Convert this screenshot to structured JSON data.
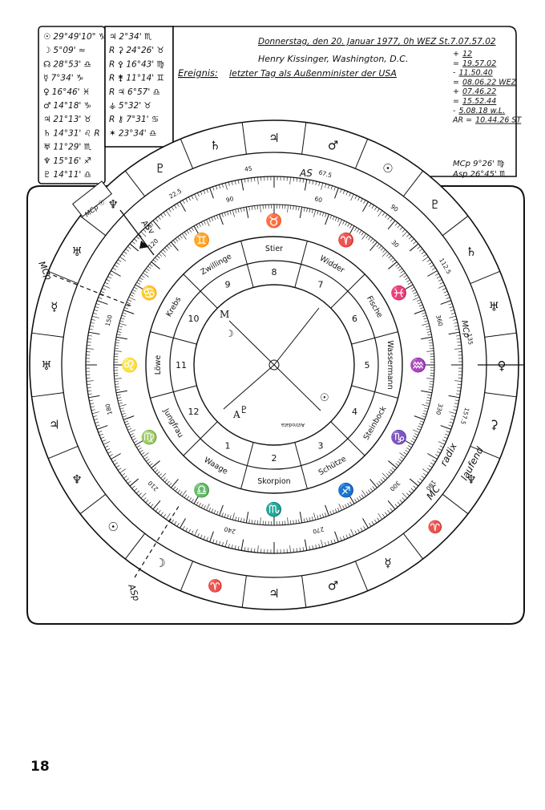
{
  "planet_list": [
    {
      "glyph": "☉",
      "pos": "29°49'10\" ♑"
    },
    {
      "glyph": "☽",
      "pos": "5°09' ≈"
    },
    {
      "glyph": "☊",
      "pos": "28°53' ♎"
    },
    {
      "glyph": "☿",
      "pos": "7°34' ♑"
    },
    {
      "glyph": "♀",
      "pos": "16°46' ♓"
    },
    {
      "glyph": "♂",
      "pos": "14°18' ♑"
    },
    {
      "glyph": "♃",
      "pos": "21°13' ♉"
    },
    {
      "glyph": "♄",
      "pos": "14°31' ♌ R"
    },
    {
      "glyph": "♅",
      "pos": "11°29' ♏"
    },
    {
      "glyph": "♆",
      "pos": "15°16' ♐"
    },
    {
      "glyph": "♇",
      "pos": "14°11' ♎"
    }
  ],
  "hypo_list": [
    {
      "glyph": "♃",
      "pos": "2°34' ♏"
    },
    {
      "glyph": "R ⚳",
      "pos": "24°26' ♉"
    },
    {
      "glyph": "R ⚴",
      "pos": "16°43' ♍"
    },
    {
      "glyph": "R ⚵",
      "pos": "11°14' ♊"
    },
    {
      "glyph": "R ♃",
      "pos": "6°57' ♎"
    },
    {
      "glyph": "⚶",
      "pos": "5°32' ♉"
    },
    {
      "glyph": "R ⚷",
      "pos": "7°31' ♋"
    },
    {
      "glyph": "✶",
      "pos": "23°34' ♎"
    }
  ],
  "header": {
    "date_line": "Donnerstag, den 20. Januar 1977, 0h WEZ  St.7.07.57.02",
    "name_line": "Henry Kissinger, Washington, D.C.",
    "event_label": "Ereignis:",
    "event_text": "letzter Tag als Außenminister der USA"
  },
  "calc": [
    {
      "op": "+",
      "val": "12"
    },
    {
      "op": "=",
      "val": "19.57.02"
    },
    {
      "op": "-",
      "val": "11.50.40"
    },
    {
      "op": "=",
      "val": "08.06.22 WEZ"
    },
    {
      "op": "+",
      "val": "07.46.22"
    },
    {
      "op": "=",
      "val": "15.52.44"
    },
    {
      "op": "-",
      "val": "5.08.18 w.L."
    },
    {
      "op": "AR =",
      "val": "10.44.26 ST"
    }
  ],
  "mc_notes": [
    "MCp 9°26' ♍",
    "Asp 26°45' ♏"
  ],
  "zodiac_signs": [
    {
      "name": "Widder",
      "glyph": "♈",
      "num": "7"
    },
    {
      "name": "Stier",
      "glyph": "♉",
      "num": "8"
    },
    {
      "name": "Zwillinge",
      "glyph": "♊",
      "num": "9"
    },
    {
      "name": "Krebs",
      "glyph": "♋",
      "num": "10"
    },
    {
      "name": "Löwe",
      "glyph": "♌",
      "num": "11"
    },
    {
      "name": "Jungfrau",
      "glyph": "♍",
      "num": "12"
    },
    {
      "name": "Waage",
      "glyph": "♎",
      "num": "1"
    },
    {
      "name": "Skorpion",
      "glyph": "♏",
      "num": "2"
    },
    {
      "name": "Schütze",
      "glyph": "♐",
      "num": "3"
    },
    {
      "name": "Steinbock",
      "glyph": "♑",
      "num": "4"
    },
    {
      "name": "Wassermann",
      "glyph": "♒",
      "num": "5"
    },
    {
      "name": "Fische",
      "glyph": "♓",
      "num": "6"
    }
  ],
  "inner_labels": {
    "a": "A",
    "m": "M",
    "stamp": "Astrodata"
  },
  "scale_mid_labels": [
    "30",
    "60",
    "90",
    "120",
    "150",
    "180",
    "210",
    "240",
    "270",
    "300",
    "330",
    "360"
  ],
  "scale_out_labels": [
    "22.5",
    "45",
    "67.5",
    "90",
    "112.5",
    "135",
    "157.5",
    "180"
  ],
  "wheel_labels": {
    "radix": "radix",
    "laufend": "laufend",
    "mc": "MC",
    "mcp": "MCp",
    "asp": "ASp",
    "as": "AS",
    "asv": "ASv"
  },
  "outer_glyphs": [
    "♄",
    "♃",
    "♂",
    "☉",
    "♇",
    "♄",
    "♅",
    "♀",
    "⚳",
    "♆",
    "♈",
    "☿",
    "♂",
    "♃",
    "♈",
    "☽",
    "☉",
    "♆",
    "♃",
    "♅",
    "☿",
    "♅",
    "♆",
    "♇"
  ],
  "page_number": "18"
}
